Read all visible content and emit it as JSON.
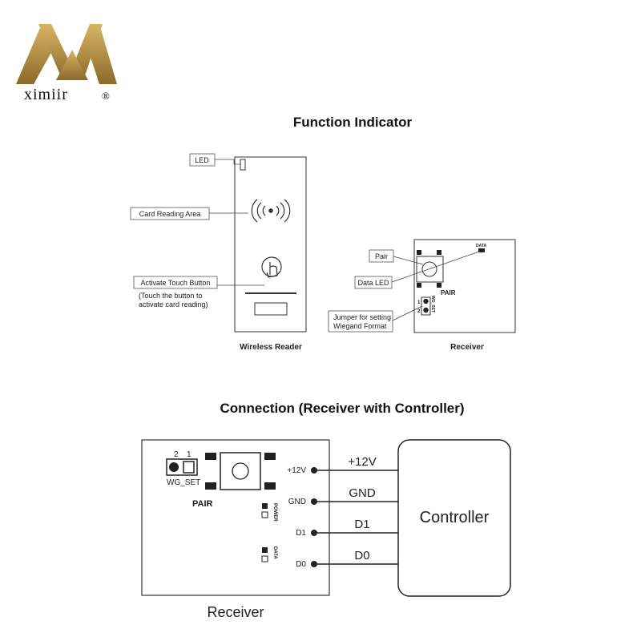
{
  "brand": {
    "name": "ximiir",
    "registered_mark": "®",
    "logo_colors": [
      "#c9a050",
      "#8a6a2a"
    ]
  },
  "function_indicator": {
    "title": "Function Indicator",
    "reader": {
      "caption": "Wireless Reader",
      "callouts": {
        "led": "LED",
        "card_area": "Card Reading Area",
        "touch": "Activate Touch Button",
        "touch_note_1": "(Touch the button to",
        "touch_note_2": "activate card reading)"
      }
    },
    "receiver": {
      "caption": "Receiver",
      "callouts": {
        "pair": "Pair",
        "data_led": "Data LED",
        "jumper_1": "Jumper for setting",
        "jumper_2": "Wiegand Format"
      },
      "board": {
        "data_label": "DATA",
        "pair_label": "PAIR",
        "wg_label": "WG_SET",
        "pin1": "1",
        "pin2": "2"
      }
    }
  },
  "connection": {
    "title": "Connection (Receiver with Controller)",
    "receiver_label": "Receiver",
    "controller_label": "Controller",
    "board": {
      "pin2": "2",
      "pin1": "1",
      "wg_label": "WG_SET",
      "pair_label": "PAIR",
      "power_label": "POWER",
      "data_label": "DATA"
    },
    "terminals": [
      {
        "pin": "+12V",
        "wire": "+12V"
      },
      {
        "pin": "GND",
        "wire": "GND"
      },
      {
        "pin": "D1",
        "wire": "D1"
      },
      {
        "pin": "D0",
        "wire": "D0"
      }
    ]
  }
}
